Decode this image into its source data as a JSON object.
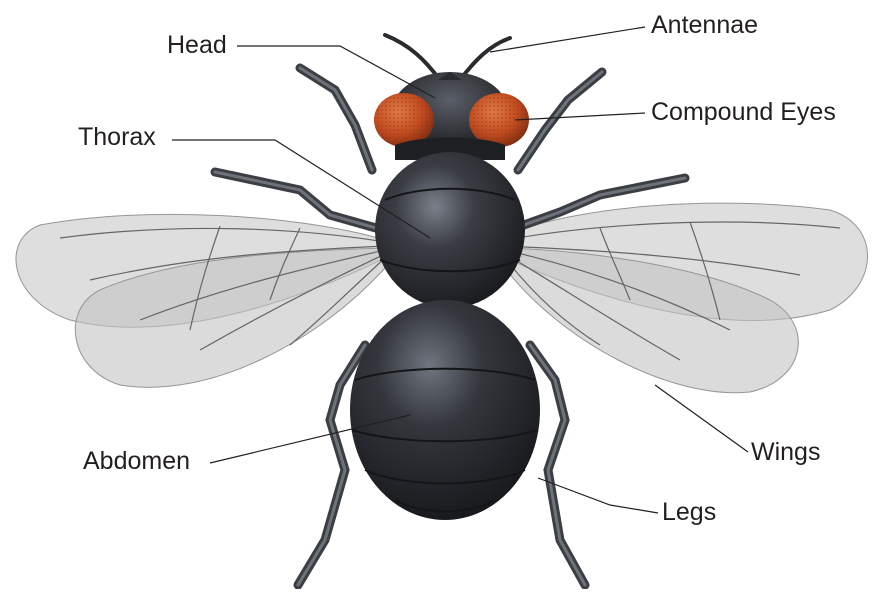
{
  "labels": {
    "head": "Head",
    "antennae": "Antennae",
    "compound_eyes": "Compound Eyes",
    "thorax": "Thorax",
    "abdomen": "Abdomen",
    "wings": "Wings",
    "legs": "Legs"
  },
  "colors": {
    "body": "#1f2024",
    "body_highlight": "#6a6f78",
    "eye": "#c8552a",
    "wing_fill": "#c9c9c9",
    "wing_vein": "#4a4a4a",
    "leg": "#3b3e43",
    "leader_line": "#231f20"
  }
}
